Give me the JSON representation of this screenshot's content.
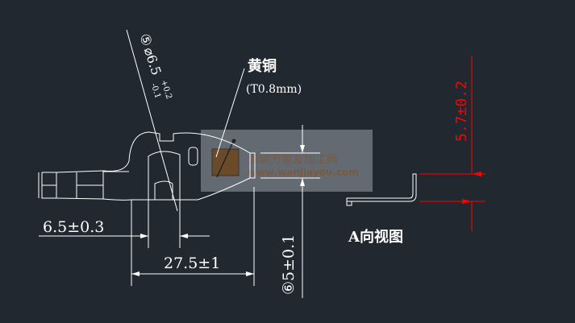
{
  "drawing": {
    "material_label": "黄铜",
    "thickness_label": "(T0.8mm)",
    "diameter_callout": {
      "marker": "⑤",
      "value": "⌀6.5",
      "upper_tol": "+0.2",
      "lower_tol": "-0.1"
    },
    "dim_left": "6.5±0.3",
    "dim_length": "27.5±1",
    "dim_width": "⑥5±0.1",
    "dim_height_red": "5.7±0.2",
    "view_label": "A向视图"
  },
  "watermark": {
    "name": "深圳万家友加工网",
    "url": "www.wanjiayou.com"
  },
  "colors": {
    "background": "#212830",
    "line": "#ffffff",
    "red_dim": "#ff0000",
    "watermark": "#7a5a3e"
  }
}
